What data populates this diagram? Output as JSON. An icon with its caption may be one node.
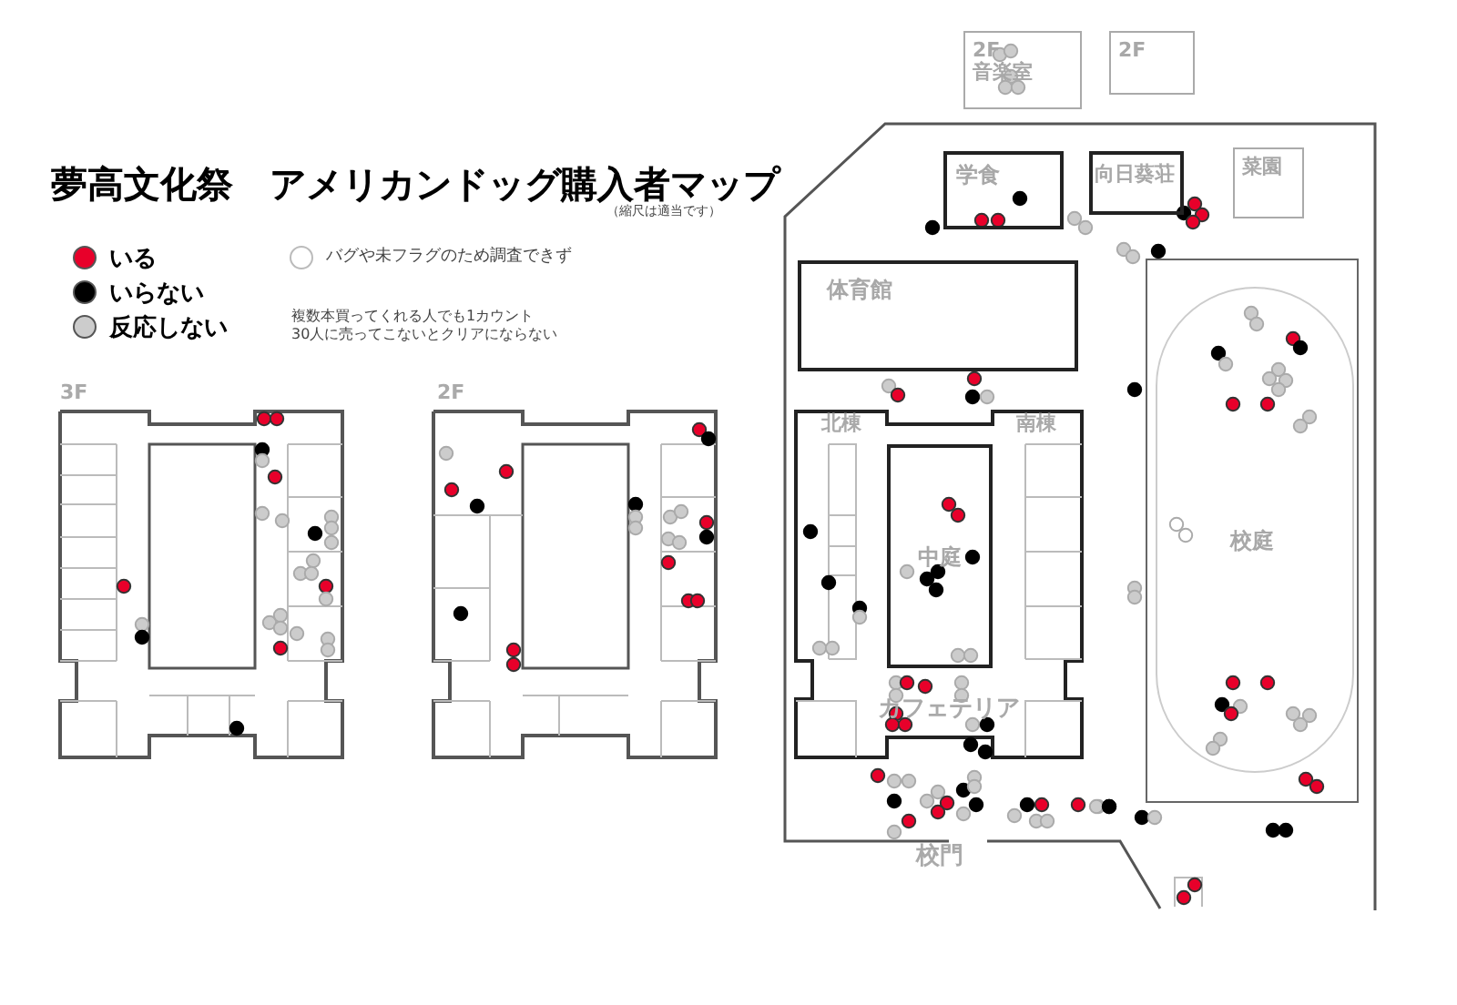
{
  "diagram": {
    "title": "夢高文化祭　アメリカンドッグ購入者マップ",
    "nodes": [
      {
        "text": [
          "2F",
          "音楽室"
        ]
      },
      {
        "text": [
          "2F"
        ]
      },
      {
        "text": [
          "学食"
        ]
      },
      {
        "text": [
          "向日葵荘"
        ]
      },
      {
        "text": [
          "菜園"
        ]
      },
      {
        "text": [
          "体育館"
        ]
      },
      {
        "text": [
          "中庭"
        ]
      },
      {
        "text": [
          "校庭"
        ]
      }
    ],
    "labels": [
      "（縮尺は適当です）",
      "複数本買ってくれる人でも1カウント",
      "30人に売ってこないとクリアにならない",
      "3F",
      "2F",
      "北棟",
      "南棟",
      "カフェテリア",
      "校門"
    ],
    "legend": [
      {
        "text": "いる",
        "color": "#e8002a"
      },
      {
        "text": "いらない",
        "color": "#000000"
      },
      {
        "text": "反応しない",
        "color": "#cccccc"
      },
      {
        "text": "バグや未フラグのため調査できず",
        "color": "#ffffff"
      }
    ]
  }
}
